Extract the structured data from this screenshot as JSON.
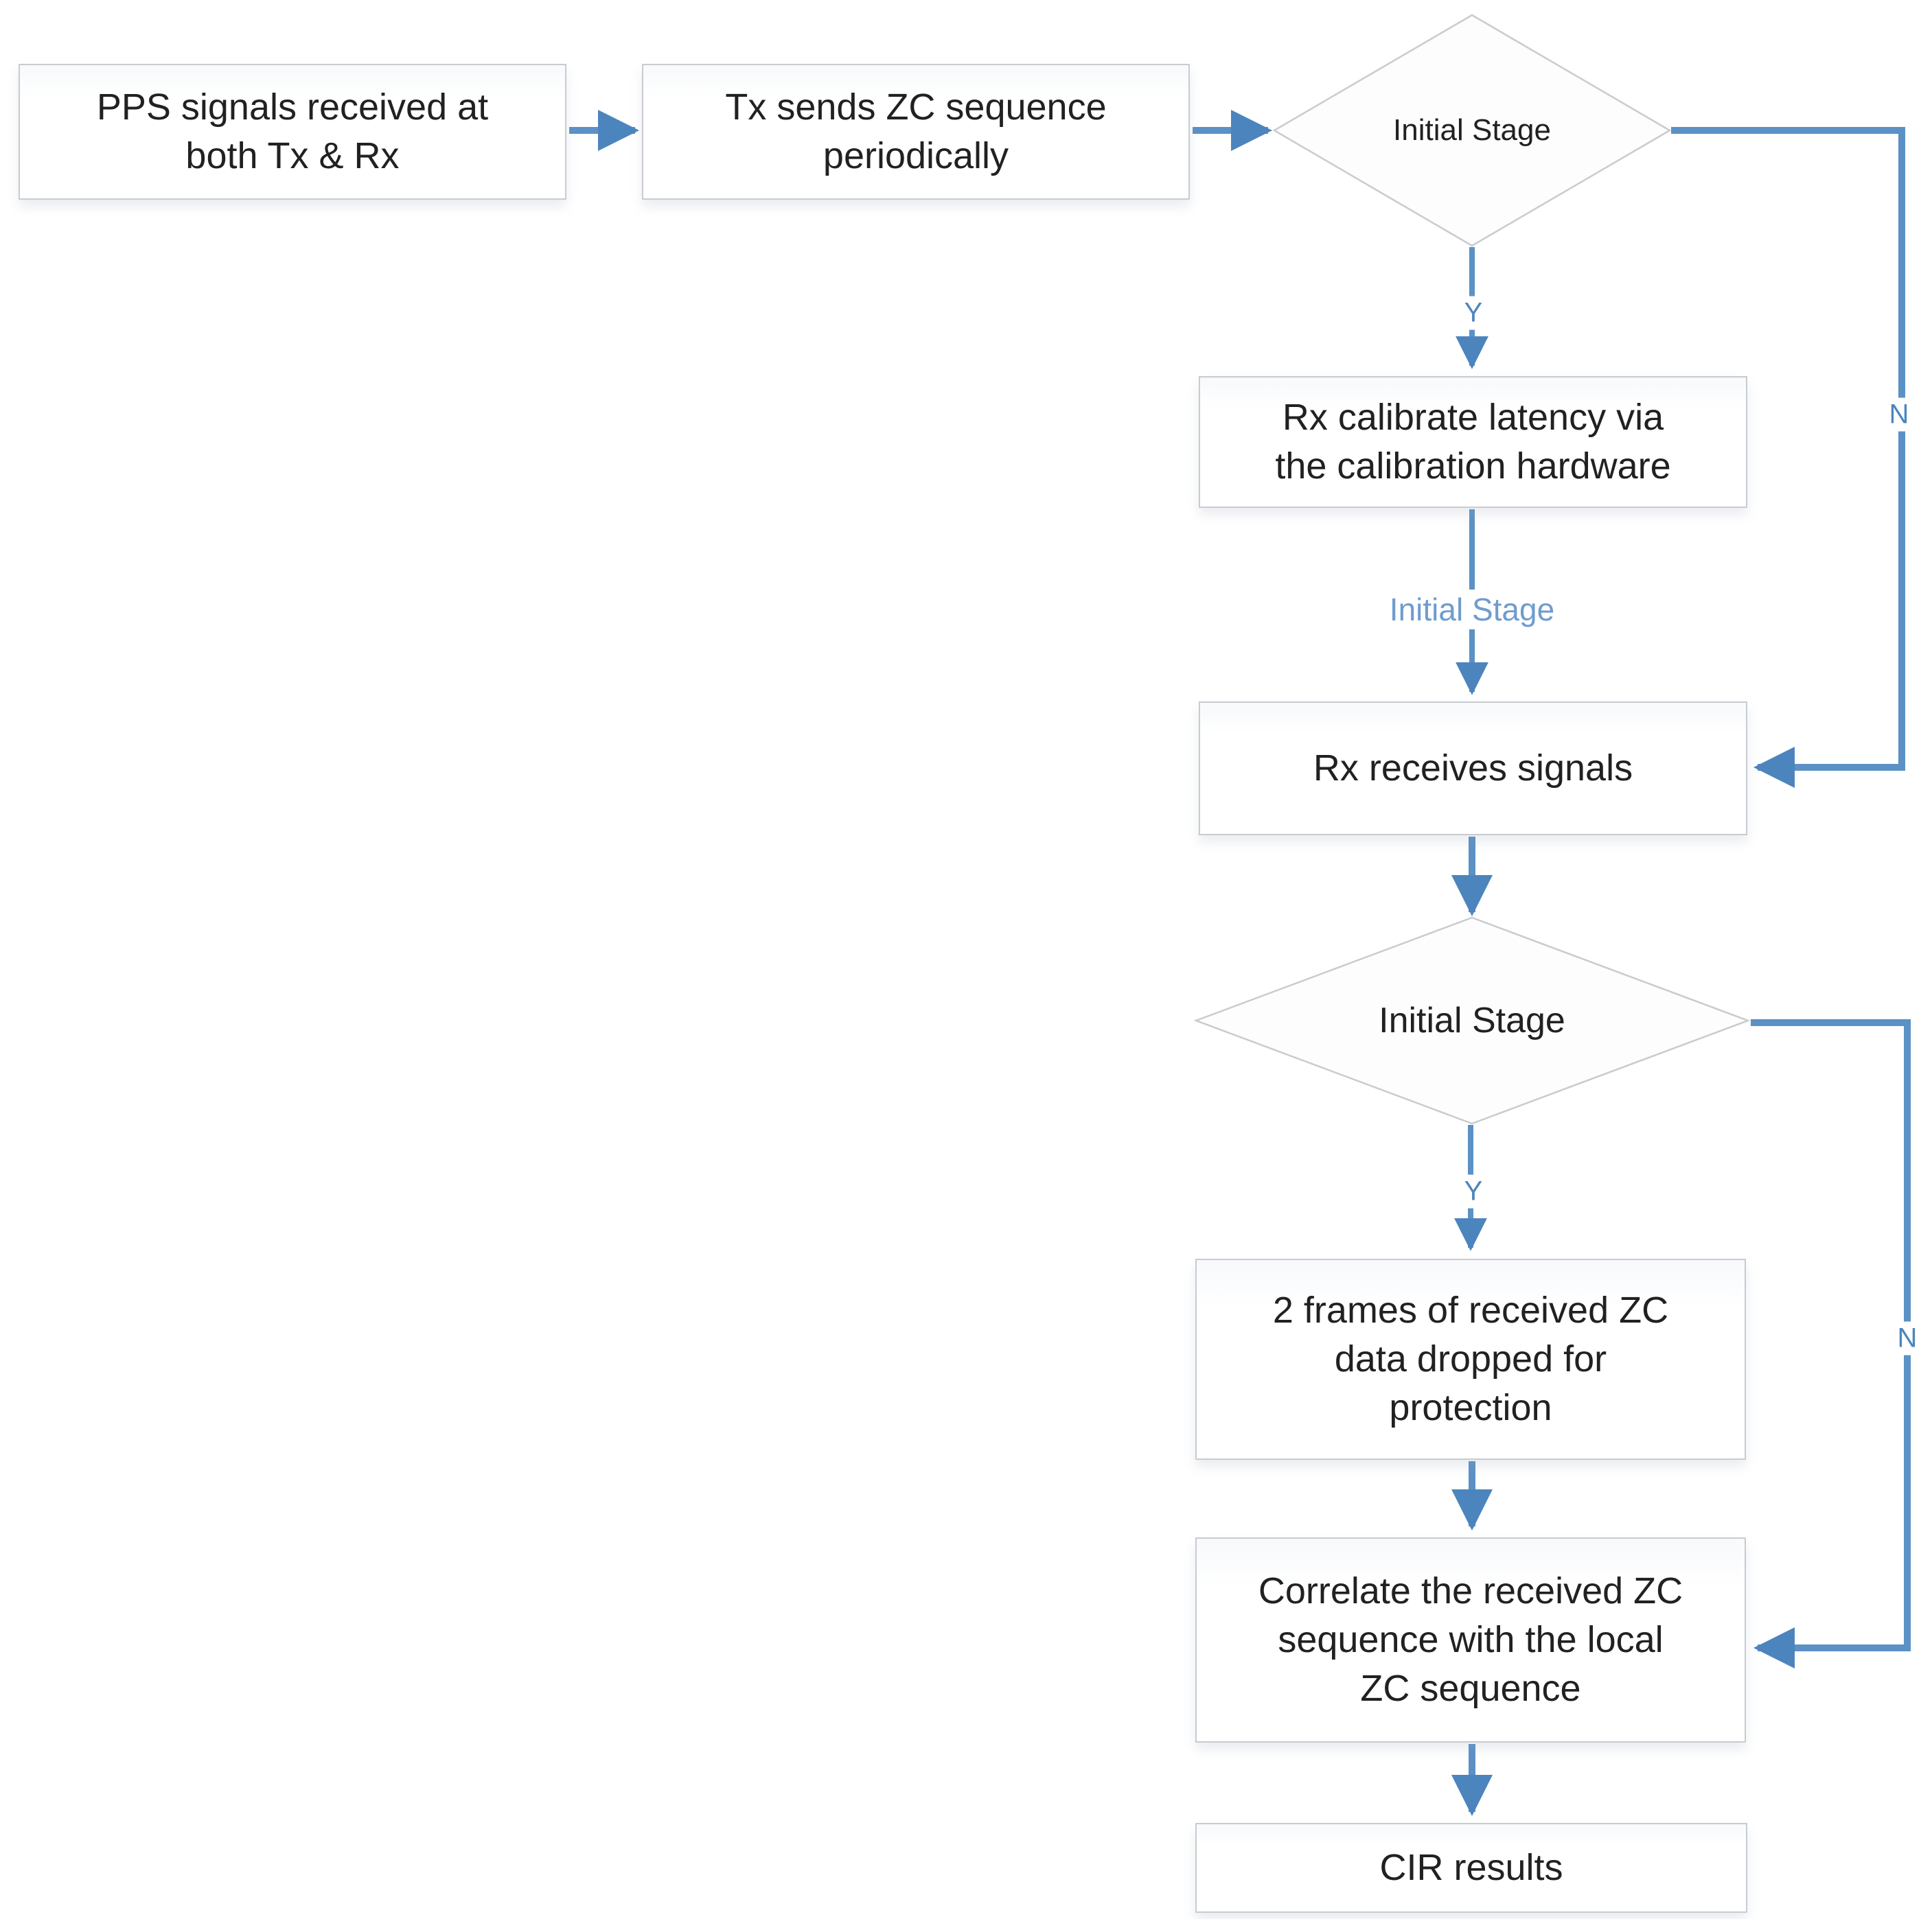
{
  "diagram": {
    "type": "flowchart",
    "nodes": {
      "pps": {
        "label": "PPS signals received at\nboth Tx & Rx"
      },
      "tx_sends": {
        "label": "Tx sends ZC sequence\nperiodically"
      },
      "decision1": {
        "label": "Initial Stage"
      },
      "calibrate": {
        "label": "Rx calibrate latency via\nthe calibration hardware"
      },
      "receives": {
        "label": "Rx  receives signals"
      },
      "decision2": {
        "label": "Initial Stage"
      },
      "frames": {
        "label": "2 frames of received ZC\ndata dropped for\nprotection"
      },
      "correlate": {
        "label": "Correlate the received ZC\nsequence with the local\nZC sequence"
      },
      "cir": {
        "label": "CIR results"
      }
    },
    "edge_labels": {
      "decision1_yes": "Y",
      "decision1_no": "N",
      "between_stage": "Initial Stage",
      "decision2_yes": "Y",
      "decision2_no": "N"
    },
    "colors": {
      "arrow": "#5b91c5",
      "arrowhead": "#4c85bd",
      "box_border": "#c8ccd0",
      "box_fill": "#fefefe",
      "text": "#212121",
      "label_blue": "#4c85bd",
      "stage_label_blue": "#6f9cce"
    }
  }
}
